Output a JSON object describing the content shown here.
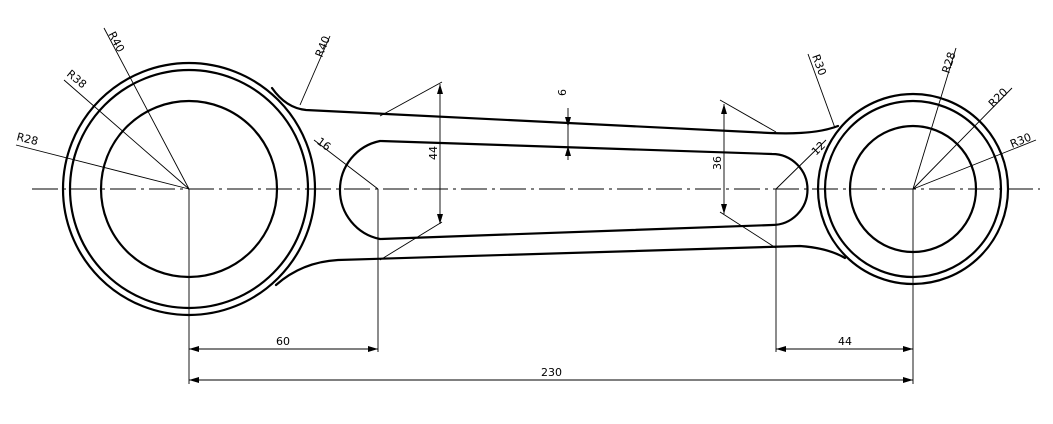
{
  "dimensions": {
    "left_radius_outer": "R40",
    "left_radius_boss": "R38",
    "left_radius_bore": "R28",
    "fillet_left": "R40",
    "fillet_right": "R30",
    "right_radius_outer": "R28",
    "right_radius_bore": "R20",
    "right_radius_boss": "R30",
    "slot_left_radius": "16",
    "slot_right_radius": "12",
    "web_thickness": "6",
    "width_left": "44",
    "width_right": "36",
    "offset_left": "60",
    "offset_right": "44",
    "center_distance": "230"
  }
}
